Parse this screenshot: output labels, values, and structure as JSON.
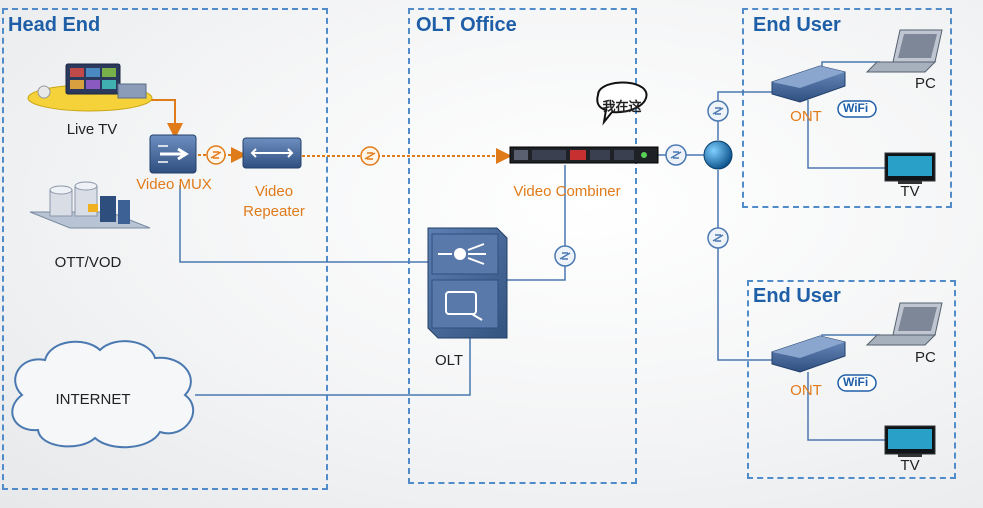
{
  "zones": {
    "head_end": "Head End",
    "olt_office": "OLT Office",
    "end_user_top": "End User",
    "end_user_bottom": "End User"
  },
  "nodes": {
    "live_tv": "Live TV",
    "ott_vod": "OTT/VOD",
    "video_mux": "Video MUX",
    "video_repeater_line1": "Video",
    "video_repeater_line2": "Repeater",
    "video_combiner": "Video Combiner",
    "callout": "我在这",
    "olt": "OLT",
    "internet": "INTERNET",
    "ont_top": "ONT",
    "pc_top": "PC",
    "tv_top": "TV",
    "wifi_top": "WiFi",
    "ont_bottom": "ONT",
    "pc_bottom": "PC",
    "tv_bottom": "TV",
    "wifi_bottom": "WiFi"
  },
  "colors": {
    "zone_border": "#4f8cc9",
    "zone_title": "#1f5fa8",
    "video_link": "#e07b1a",
    "data_link": "#4a78b0",
    "device_blue": "#3d5f92"
  }
}
